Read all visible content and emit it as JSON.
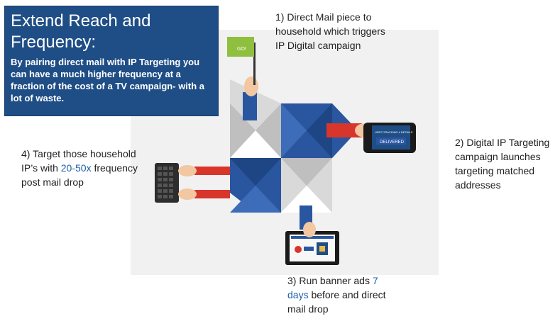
{
  "title_box": {
    "heading": "Extend Reach and Frequency:",
    "body": "By pairing direct mail with IP Targeting you can have a much higher frequency at a fraction of the cost of a TV campaign- with a lot of waste."
  },
  "steps": {
    "step1": "1) Direct Mail piece to household which triggers IP Digital campaign",
    "step2": "2) Digital IP Targeting campaign launches targeting matched addresses",
    "step3": {
      "before": "3) Run banner ads ",
      "highlight": "7 days",
      "after": " before and direct mail drop"
    },
    "step4": {
      "before": "4) Target those household IP’s with ",
      "highlight": "20-50x",
      "after": " frequency post mail drop"
    }
  },
  "illustration": {
    "flag_text": "GO!",
    "phone_label": "USPS TRACKING # DETAILS",
    "phone_status": "DELIVERED"
  },
  "colors": {
    "title_bg": "#1f4e86",
    "highlight": "#1f5fa8",
    "envelope_blue": "#2a56a0",
    "sleeve_red": "#d8352b"
  }
}
